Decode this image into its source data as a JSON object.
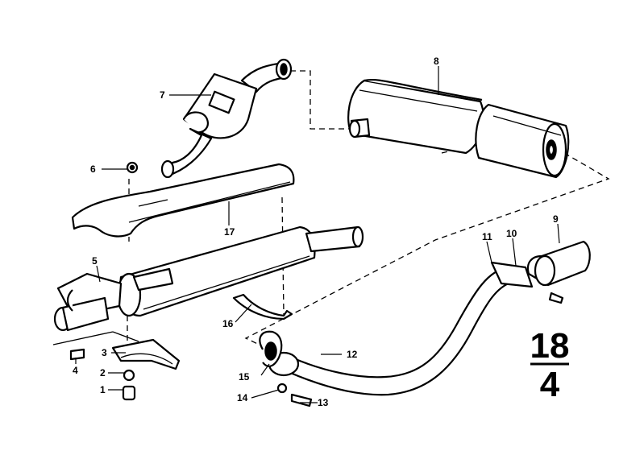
{
  "callouts": [
    {
      "id": "c1",
      "text": "1"
    },
    {
      "id": "c2",
      "text": "2"
    },
    {
      "id": "c3",
      "text": "3"
    },
    {
      "id": "c4",
      "text": "4"
    },
    {
      "id": "c5",
      "text": "5"
    },
    {
      "id": "c6",
      "text": "6"
    },
    {
      "id": "c7",
      "text": "7"
    },
    {
      "id": "c8",
      "text": "8"
    },
    {
      "id": "c9",
      "text": "9"
    },
    {
      "id": "c10",
      "text": "10"
    },
    {
      "id": "c11",
      "text": "11"
    },
    {
      "id": "c12",
      "text": "12"
    },
    {
      "id": "c13",
      "text": "13"
    },
    {
      "id": "c14",
      "text": "14"
    },
    {
      "id": "c15",
      "text": "15"
    },
    {
      "id": "c16",
      "text": "16"
    },
    {
      "id": "c17",
      "text": "17"
    }
  ],
  "page_number": {
    "top": "18",
    "bottom": "4"
  }
}
